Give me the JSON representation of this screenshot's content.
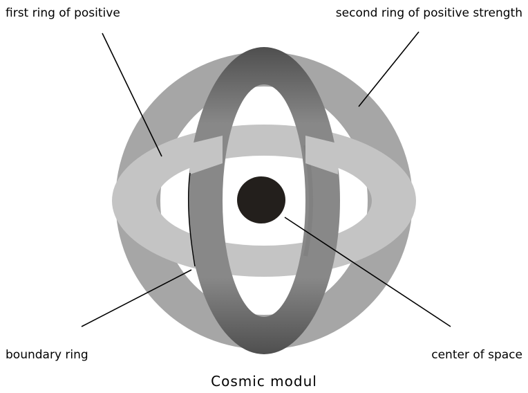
{
  "labels": {
    "first_ring": "first ring of positive",
    "second_ring": "second ring of positive strength",
    "boundary_ring": "boundary ring",
    "center": "center of space"
  },
  "caption": "Cosmic modul",
  "colors": {
    "boundary_ring": "#a6a6a6",
    "horizontal_ring": "#c4c4c4",
    "vertical_ring_light": "#8e8e8e",
    "vertical_ring_dark": "#5a5a5a",
    "center": "#231f1c",
    "background": "#ffffff"
  }
}
